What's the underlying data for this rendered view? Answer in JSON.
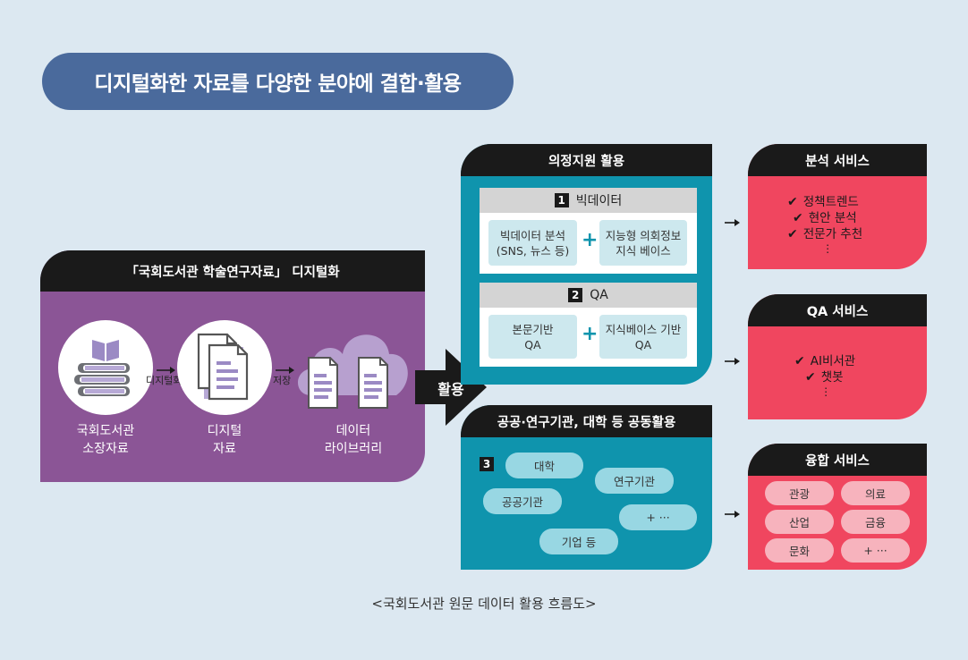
{
  "title": "디지털화한 자료를 다양한 분야에 결합·활용",
  "left_panel": {
    "header": "「국회도서관 학술연구자료」 디지털화",
    "steps": [
      {
        "label_line1": "국회도서관",
        "label_line2": "소장자료",
        "icon": "books-icon"
      },
      {
        "label_line1": "디지털",
        "label_line2": "자료",
        "icon": "documents-icon"
      },
      {
        "label_line1": "데이터",
        "label_line2": "라이브러리",
        "icon": "cloud-documents-icon"
      }
    ],
    "arrow1_label": "디지털화",
    "arrow2_label": "저장"
  },
  "big_arrow_label": "활용",
  "legislative": {
    "header": "의정지원 활용",
    "sections": [
      {
        "num": "1",
        "title": "빅데이터",
        "tile1_l1": "빅데이터 분석",
        "tile1_l2": "(SNS, 뉴스 등)",
        "tile2_l1": "지능형 의회정보",
        "tile2_l2": "지식 베이스"
      },
      {
        "num": "2",
        "title": "QA",
        "tile1_l1": "본문기반",
        "tile1_l2": "QA",
        "tile2_l1": "지식베이스 기반",
        "tile2_l2": "QA"
      }
    ],
    "plus": "+"
  },
  "public": {
    "header": "공공·연구기관, 대학 등 공동활용",
    "num": "3",
    "chips": [
      "대학",
      "연구기관",
      "공공기관",
      "+ ···",
      "기업 등"
    ]
  },
  "services": [
    {
      "header": "분석 서비스",
      "items": [
        "정책트렌드",
        "현안 분석",
        "전문가 추천"
      ],
      "more": "⋮"
    },
    {
      "header": "QA 서비스",
      "items": [
        "AI비서관",
        "챗봇"
      ],
      "more": "⋮"
    },
    {
      "header": "융합 서비스",
      "chips": [
        "관광",
        "의료",
        "산업",
        "금융",
        "문화",
        "+ ···"
      ]
    }
  ],
  "caption": "<국회도서관 원문 데이터 활용 흐름도>",
  "colors": {
    "background": "#dce8f1",
    "title_pill": "#4a6a9c",
    "purple": "#8b5596",
    "teal": "#0f94ad",
    "red": "#f0465f",
    "header_black": "#1a1a1a"
  }
}
